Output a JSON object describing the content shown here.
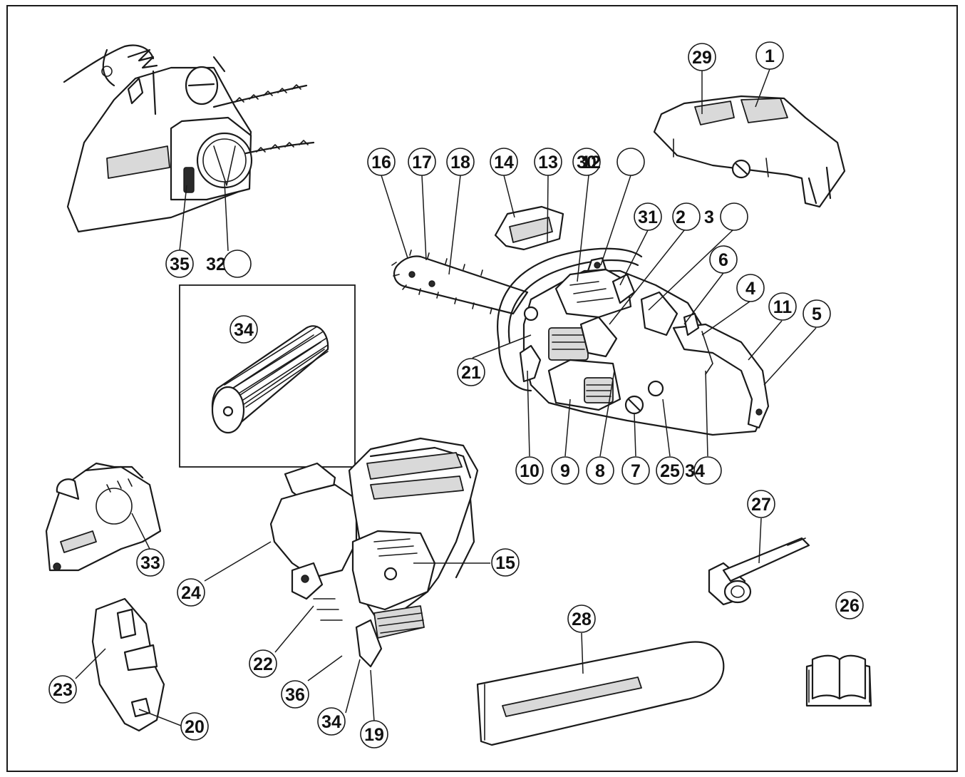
{
  "callouts": [
    {
      "label": "29"
    },
    {
      "label": "1"
    },
    {
      "label": "16"
    },
    {
      "label": "17"
    },
    {
      "label": "18"
    },
    {
      "label": "14"
    },
    {
      "label": "13"
    },
    {
      "label": "30"
    },
    {
      "label": "12"
    },
    {
      "label": ""
    },
    {
      "label": "31"
    },
    {
      "label": "2"
    },
    {
      "label": "3"
    },
    {
      "label": ""
    },
    {
      "label": "6"
    },
    {
      "label": "4"
    },
    {
      "label": "11"
    },
    {
      "label": "5"
    },
    {
      "label": "35"
    },
    {
      "label": "32"
    },
    {
      "label": ""
    },
    {
      "label": "34"
    },
    {
      "label": "21"
    },
    {
      "label": "10"
    },
    {
      "label": "9"
    },
    {
      "label": "8"
    },
    {
      "label": "7"
    },
    {
      "label": "25"
    },
    {
      "label": "34"
    },
    {
      "label": "27"
    },
    {
      "label": "33"
    },
    {
      "label": "15"
    },
    {
      "label": "24"
    },
    {
      "label": "26"
    },
    {
      "label": "28"
    },
    {
      "label": "22"
    },
    {
      "label": "23"
    },
    {
      "label": "36"
    },
    {
      "label": "20"
    },
    {
      "label": "34"
    },
    {
      "label": "19"
    }
  ]
}
